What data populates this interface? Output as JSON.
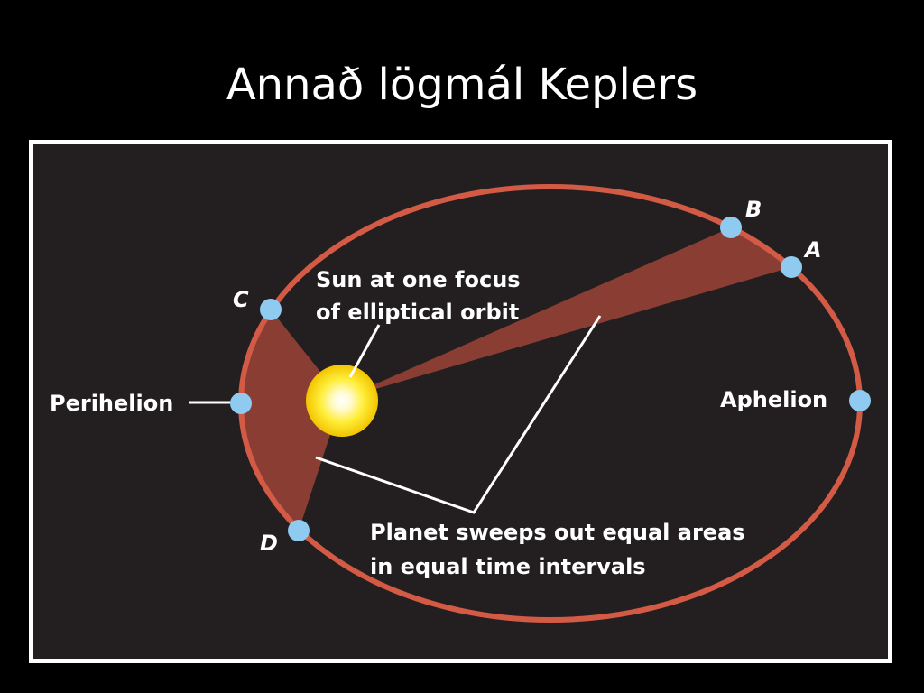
{
  "slide": {
    "title": "Annað lögmál Keplers"
  },
  "diagram": {
    "points": {
      "a": "A",
      "b": "B",
      "c": "C",
      "d": "D"
    },
    "labels": {
      "perihelion": "Perihelion",
      "aphelion": "Aphelion",
      "sun_line1": "Sun at one focus",
      "sun_line2": "of elliptical orbit",
      "sweep_line1": "Planet sweeps out equal areas",
      "sweep_line2": "in equal time intervals"
    },
    "colors": {
      "background": "#000000",
      "panel": "#231f20",
      "frame": "#ffffff",
      "orbit": "#d35a45",
      "swept_area": "#8a3e33",
      "planet": "#8fcaf0",
      "sun": "#ffea00",
      "text": "#ffffff"
    }
  }
}
